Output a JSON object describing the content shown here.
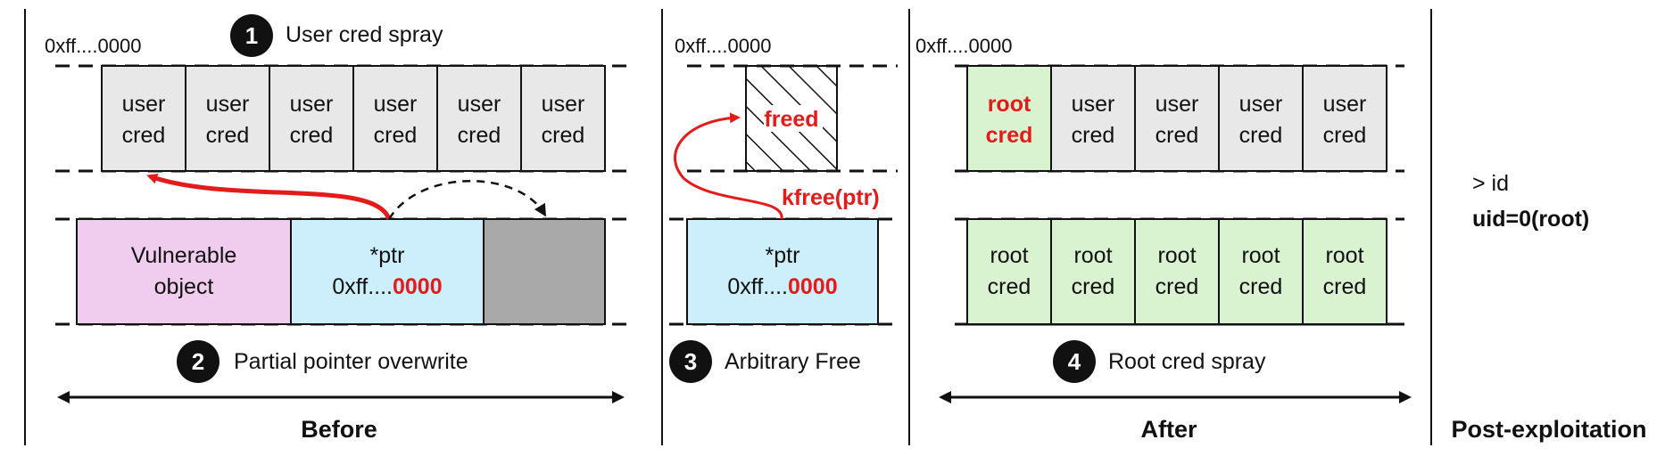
{
  "steps": {
    "s1": {
      "num": "1",
      "label": "User cred spray"
    },
    "s2": {
      "num": "2",
      "label": "Partial pointer overwrite"
    },
    "s3": {
      "num": "3",
      "label": "Arbitrary Free"
    },
    "s4": {
      "num": "4",
      "label": "Root cred spray"
    }
  },
  "addr_labels": {
    "a1": "0xff....0000",
    "a2": "0xff....0000",
    "a3": "0xff....0000"
  },
  "cells": {
    "user": [
      "user",
      "cred"
    ],
    "root": [
      "root",
      "cred"
    ]
  },
  "objects": {
    "vuln_line1": "Vulnerable",
    "vuln_line2": "object",
    "ptr_line1": "*ptr",
    "ptr_prefix": "0xff....",
    "ptr_suffix": "0000",
    "freed": "freed",
    "kfree": "kfree(ptr)"
  },
  "terminal": {
    "cmd": "> id",
    "output": "uid=0(root)"
  },
  "footers": {
    "before": "Before",
    "after": "After",
    "post": "Post-exploitation"
  },
  "colors": {
    "cell_gray": "#e8e8e8",
    "cell_green": "#d9f2d0",
    "vuln_pink": "#f0cdee",
    "ptr_blue": "#cdeefb",
    "dark_gray": "#a9a9a9",
    "accent_red": "#e31b1b"
  }
}
